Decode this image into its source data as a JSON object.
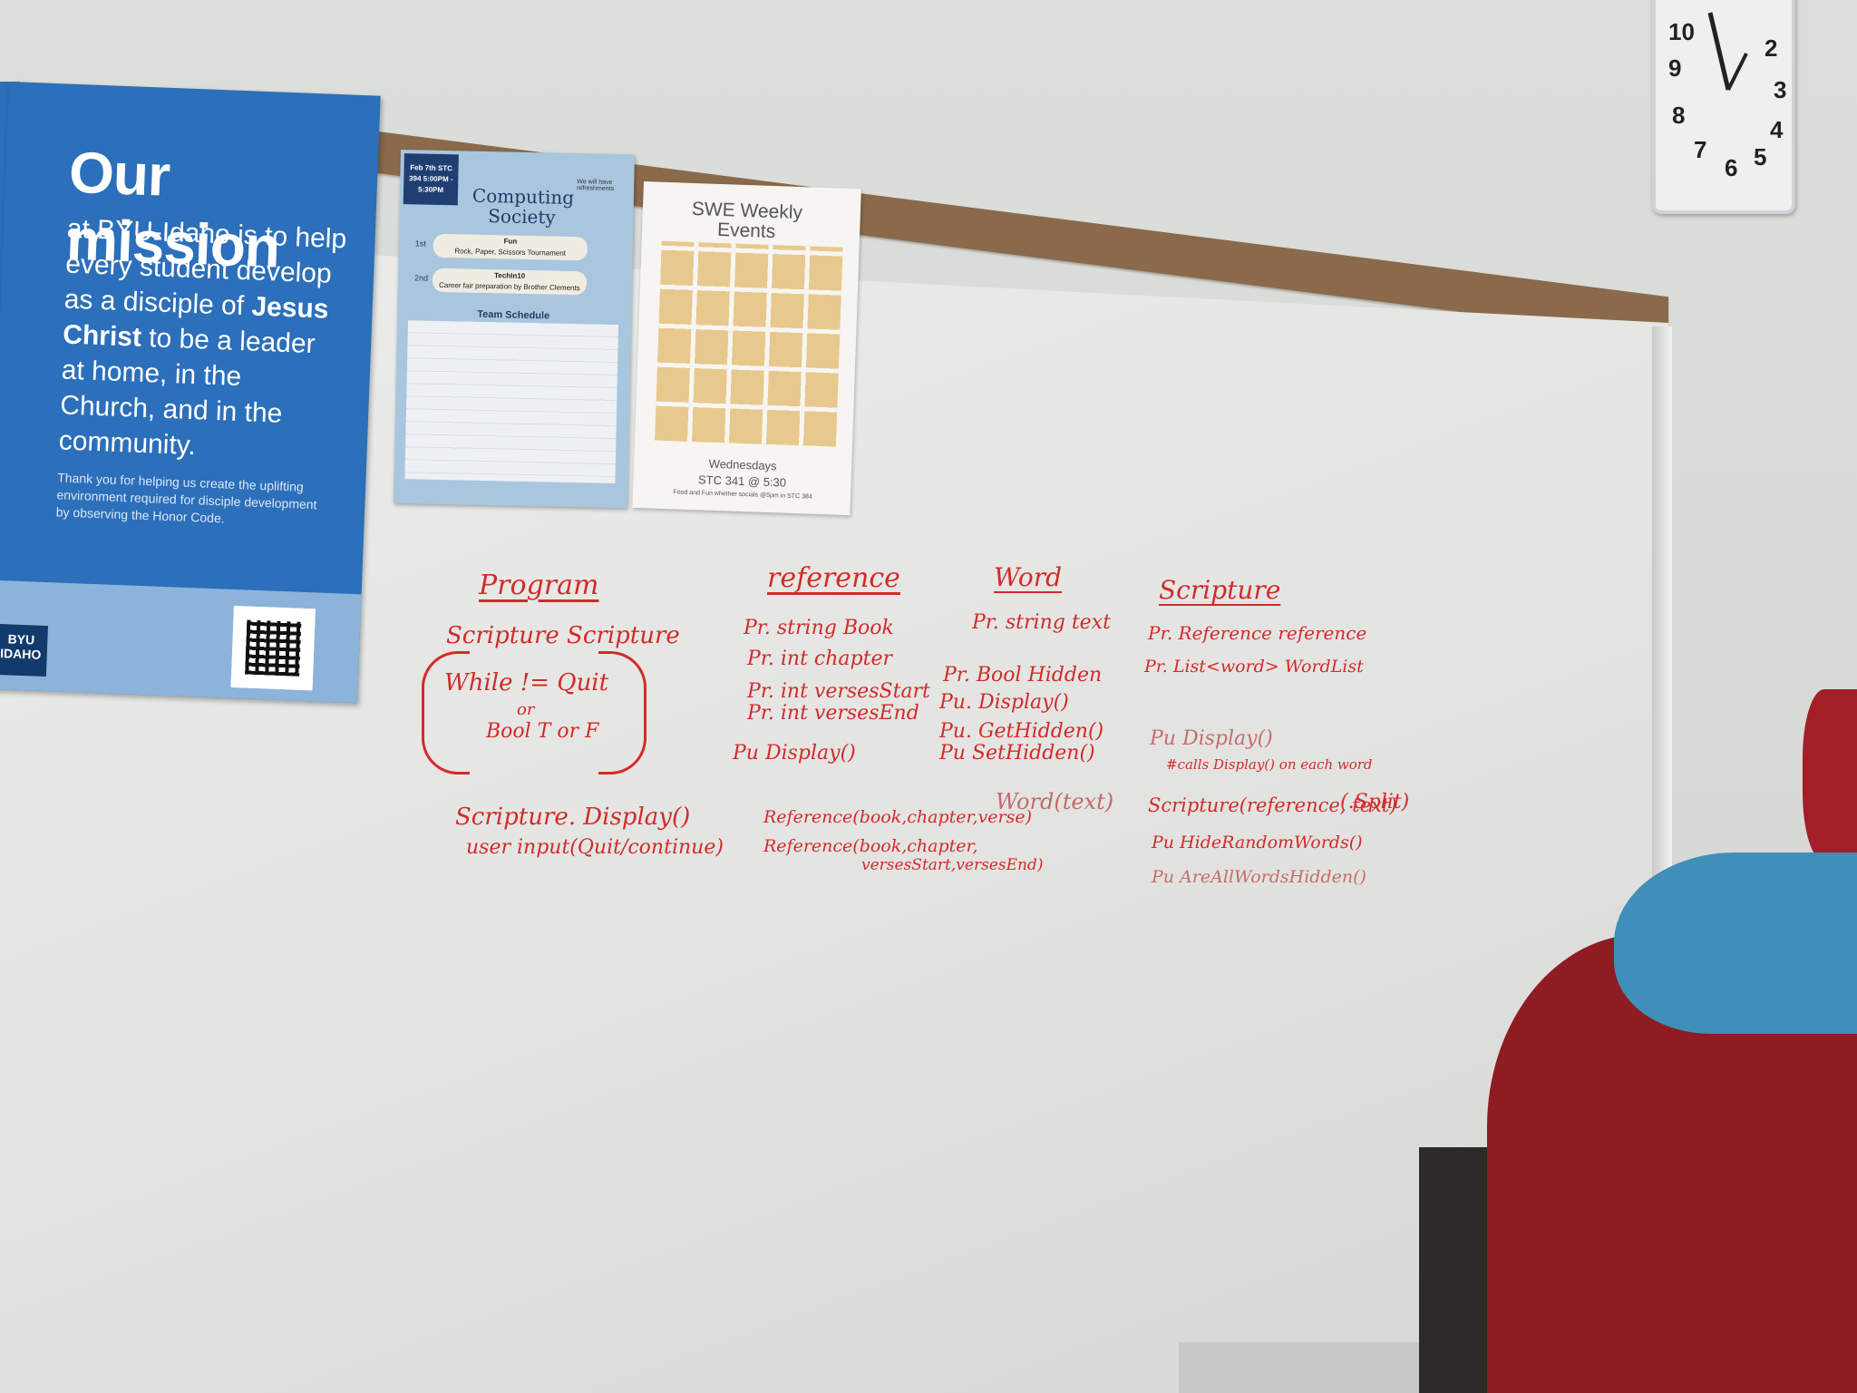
{
  "poster_mission": {
    "title": "Our mission",
    "body_1": "at BYU-Idaho is to help every student develop as a disciple of ",
    "body_bold": "Jesus Christ",
    "body_2": " to be a leader at home, in the Church, and in the community.",
    "thanks": "Thank you for helping us create the uplifting environment required for disciple development by observing the Honor Code.",
    "logo": "BYU IDAHO"
  },
  "poster_cs": {
    "date": "Feb 7th STC 394 5:00PM - 5:30PM",
    "title": "Computing Society",
    "note": "We will have refreshments",
    "rank1": "1st",
    "rank1_title": "Fun",
    "rank1_text": "Rock, Paper, Scissors Tournament",
    "rank2": "2nd",
    "rank2_title": "TechIn10",
    "rank2_text": "Career fair preparation by Brother Clements",
    "table_title": "Team Schedule"
  },
  "poster_swe": {
    "title": "SWE Weekly Events",
    "day": "Wednesdays",
    "location": "STC 341 @ 5:30",
    "fine": "Food and Fun whether socials @5pm in STC 384"
  },
  "clock": {
    "numbers": [
      "10",
      "2",
      "9",
      "3",
      "8",
      "4",
      "7",
      "6",
      "5"
    ]
  },
  "whiteboard": {
    "program": {
      "header": "Program",
      "line1": "Scripture Scripture",
      "loop1": "While != Quit",
      "loop2": "or",
      "loop3": "Bool T or F",
      "call1": "Scripture. Display()",
      "call2": "user input(Quit/continue)"
    },
    "reference": {
      "header": "reference",
      "l1": "Pr. string Book",
      "l2": "Pr. int chapter",
      "l3": "Pr. int versesStart",
      "l4": "Pr. int versesEnd",
      "l5": "Pu Display()",
      "c1": "Reference(book,chapter,verse)",
      "c2": "Reference(book,chapter,",
      "c3": "versesStart,versesEnd)"
    },
    "word": {
      "header": "Word",
      "l1": "Pr. string text",
      "l2": "Pr. Bool Hidden",
      "l3": "Pu. Display()",
      "l4": "Pu. GetHidden()",
      "l5": "Pu SetHidden()",
      "c1": "Word(text)"
    },
    "scripture": {
      "header": "Scripture",
      "l1": "Pr. Reference reference",
      "l2": "Pr. List<word> WordList",
      "l3": "Pu Display()",
      "l4": "#calls Display() on each word",
      "l5": "Scripture(reference, text)",
      "l5b": "(.Split)",
      "l6": "Pu HideRandomWords()",
      "l7": "Pu AreAllWordsHidden()"
    }
  }
}
